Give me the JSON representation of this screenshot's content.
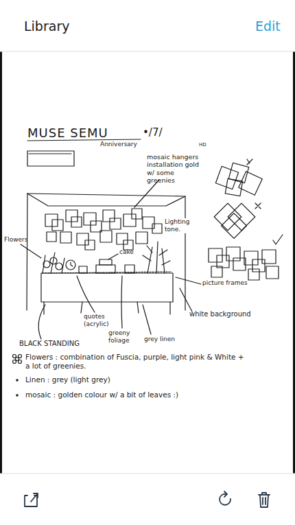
{
  "diagram": {
    "title": "MUSE SEMU",
    "labels": [
      "Library",
      "Edit",
      "•/7/",
      "Anniversary",
      "HD",
      "mosaic hangers installation gold w/ some greenies",
      "Lighting tone.",
      "Flowers",
      "cake",
      "picture frames",
      "quotes (acrylic)",
      "greeny foliage",
      "grey linen",
      "white background",
      "BLACK STANDING",
      "Flowers : combination of Fuscia, purple, light pink & White + a lot of greenies.",
      "Linen : grey (light grey)",
      "mosaic : golden colour w/ a bit of leaves :)"
    ]
  }
}
